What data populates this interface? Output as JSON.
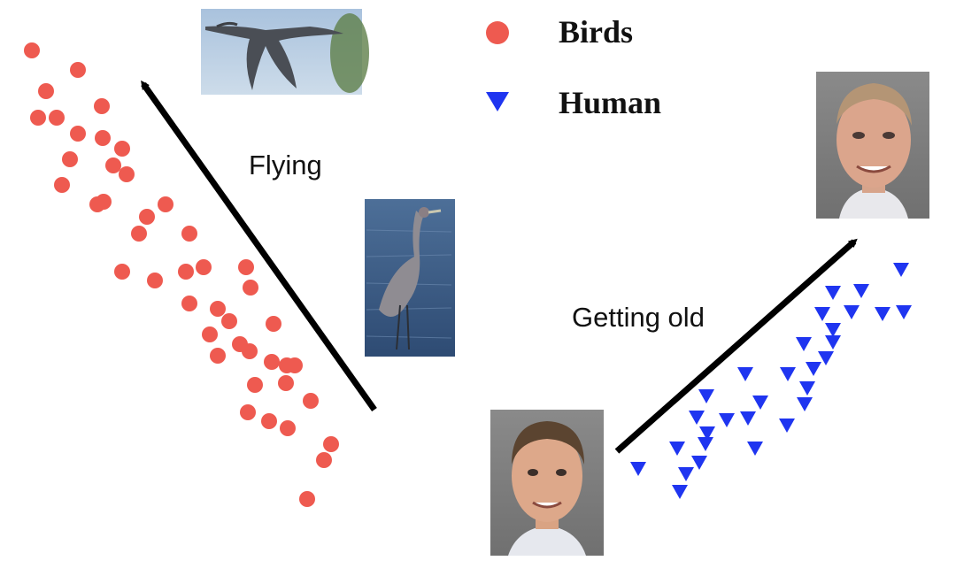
{
  "legend": [
    {
      "label": "Birds",
      "marker": "circle",
      "color": "#EE5A50"
    },
    {
      "label": "Human",
      "marker": "triangle-down",
      "color": "#1F35F0"
    }
  ],
  "annotations": {
    "flying": "Flying",
    "aging": "Getting old"
  },
  "colors": {
    "birds": "#EE5A50",
    "human": "#1F35F0",
    "arrow": "#000000"
  },
  "images": [
    {
      "name": "flying-heron-photo",
      "depicts": "grey heron in flight against blue sky"
    },
    {
      "name": "standing-heron-photo",
      "depicts": "grey heron standing in water"
    },
    {
      "name": "old-man-photo",
      "depicts": "older man portrait"
    },
    {
      "name": "young-man-photo",
      "depicts": "younger man portrait"
    }
  ]
}
